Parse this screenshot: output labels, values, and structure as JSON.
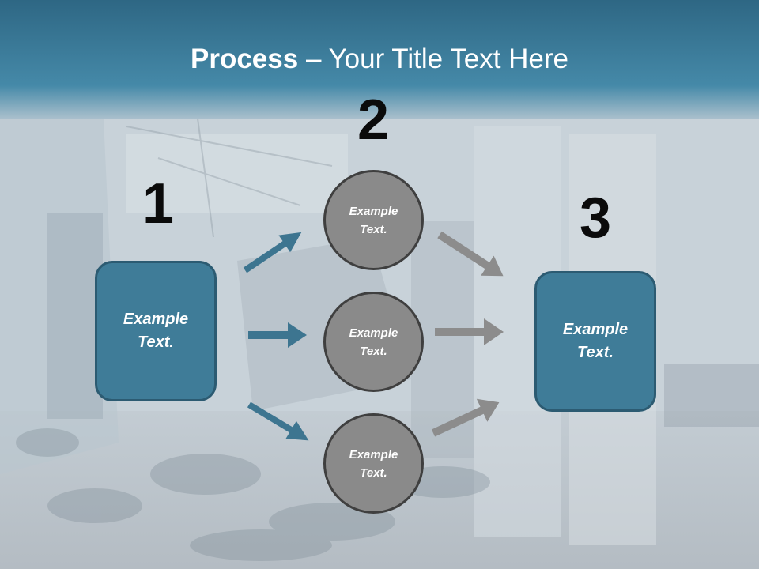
{
  "title": {
    "bold": "Process",
    "rest": " – Your Title Text Here"
  },
  "numbers": [
    "1",
    "2",
    "3"
  ],
  "left_box": "Example Text.",
  "right_box": "Example Text.",
  "circles": [
    "Example Text.",
    "Example Text.",
    "Example Text."
  ],
  "colors": {
    "box_fill": "#3f7c98",
    "circle_fill": "#8a8a8a",
    "blue_arrow": "#3d7590",
    "gray_arrow": "#8c8c8c",
    "header": "#3b7a97"
  }
}
